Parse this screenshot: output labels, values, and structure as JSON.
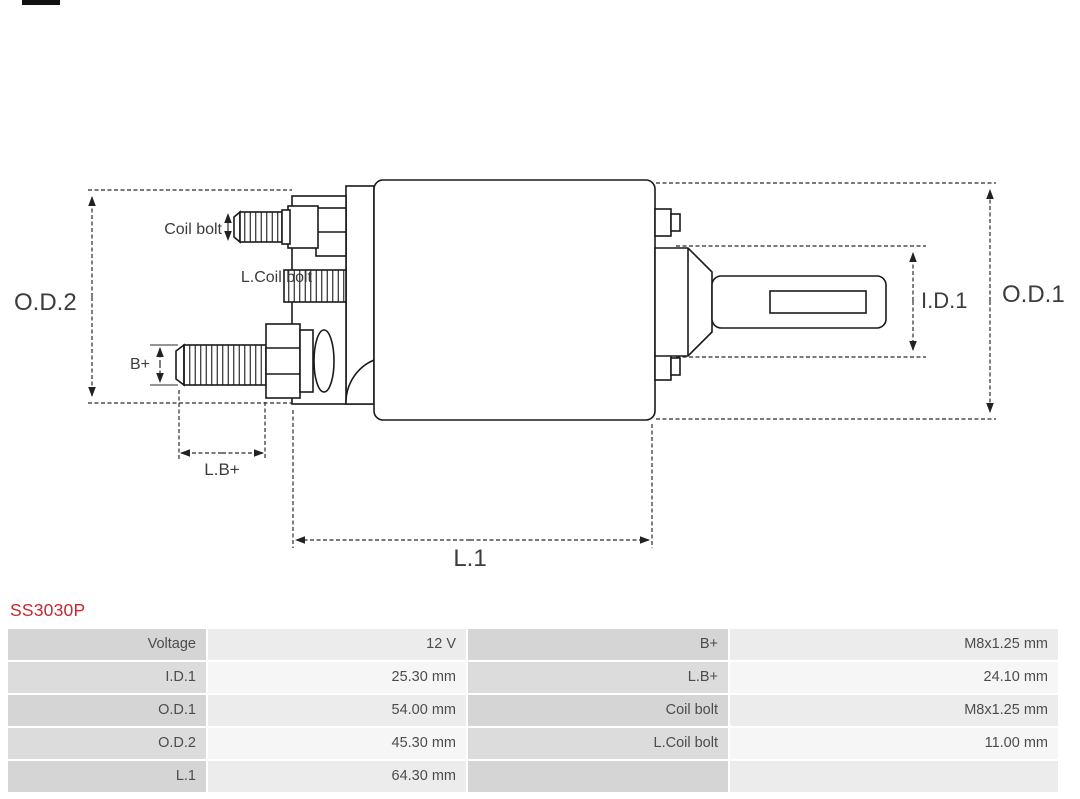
{
  "part": {
    "number": "SS3030P"
  },
  "colors": {
    "part_number_accent": "#c8272d",
    "drawing_stroke": "#1a1a1a",
    "table_label_bg": "#d5d5d5",
    "table_value_bg": "#ececec"
  },
  "diagram": {
    "labels": {
      "od2": "O.D.2",
      "od1": "O.D.1",
      "id1": "I.D.1",
      "coil_bolt": "Coil bolt",
      "l_coil_bolt": "L.Coil bolt",
      "b_plus": "B+",
      "l_b_plus": "L.B+",
      "l1": "L.1"
    }
  },
  "table": {
    "rows": [
      {
        "c0": "Voltage",
        "c1": "12 V",
        "c2": "B+",
        "c3": "M8x1.25 mm"
      },
      {
        "c0": "I.D.1",
        "c1": "25.30 mm",
        "c2": "L.B+",
        "c3": "24.10 mm"
      },
      {
        "c0": "O.D.1",
        "c1": "54.00 mm",
        "c2": "Coil bolt",
        "c3": "M8x1.25 mm"
      },
      {
        "c0": "O.D.2",
        "c1": "45.30 mm",
        "c2": "L.Coil bolt",
        "c3": "11.00 mm"
      },
      {
        "c0": "L.1",
        "c1": "64.30 mm",
        "c2": "",
        "c3": ""
      }
    ]
  }
}
